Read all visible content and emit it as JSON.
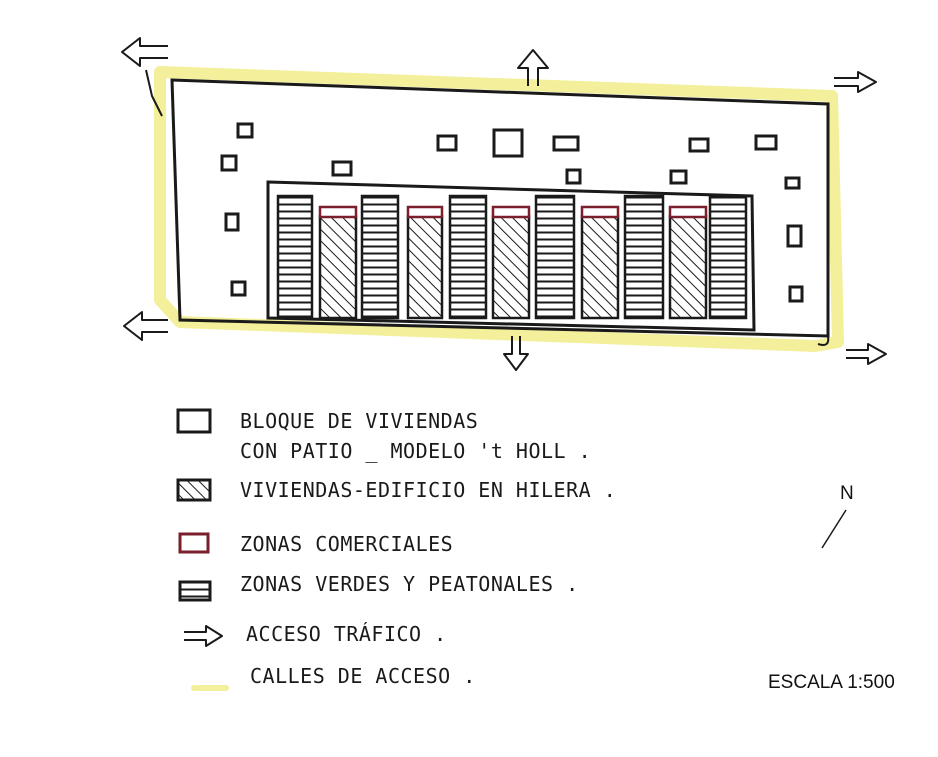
{
  "colors": {
    "ink": "#1a1a1a",
    "street_yellow": "#f3ef9a",
    "commercial": "#7a1f2b",
    "paper": "#ffffff"
  },
  "legend": {
    "housing_block_line1": "BLOQUE DE VIVIENDAS",
    "housing_block_line2": "CON PATIO _ MODELO 't HOLL .",
    "row_buildings": "VIVIENDAS-EDIFICIO EN HILERA .",
    "commercial": "ZONAS COMERCIALES",
    "green_pedestrian": "ZONAS VERDES Y PEATONALES .",
    "traffic_access": "ACCESO TRÁFICO .",
    "access_streets": "CALLES DE ACCESO ."
  },
  "north_label": "N",
  "scale_label": "ESCALA 1:500",
  "icons": {
    "arrow": "double-line-arrow-icon",
    "north": "north-arrow-icon"
  }
}
